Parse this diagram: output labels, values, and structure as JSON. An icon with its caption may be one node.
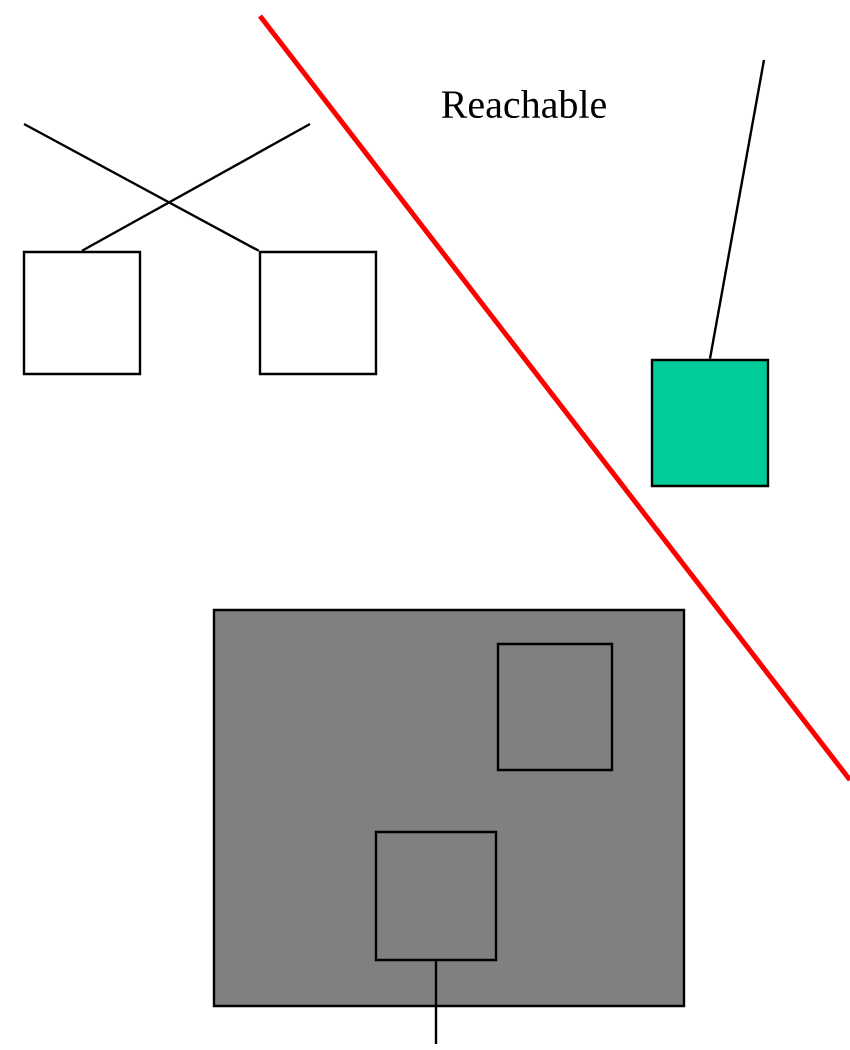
{
  "diagram": {
    "nodes": [
      {
        "text": [],
        "shape": "box"
      },
      {
        "text": [],
        "shape": "box"
      },
      {
        "text": [],
        "shape": "box"
      },
      {
        "text": [],
        "shape": "box"
      },
      {
        "text": [],
        "shape": "box",
        "in": 3
      },
      {
        "text": [],
        "shape": "box",
        "in": 3
      }
    ],
    "edges": [
      {
        "from": null,
        "to": 0,
        "arrow": "none"
      },
      {
        "from": null,
        "to": 1,
        "arrow": "none"
      },
      {
        "from": null,
        "to": 2,
        "arrow": "none"
      },
      {
        "from": 5,
        "to": null,
        "arrow": "none"
      }
    ],
    "labels": [
      "Reachable"
    ]
  }
}
